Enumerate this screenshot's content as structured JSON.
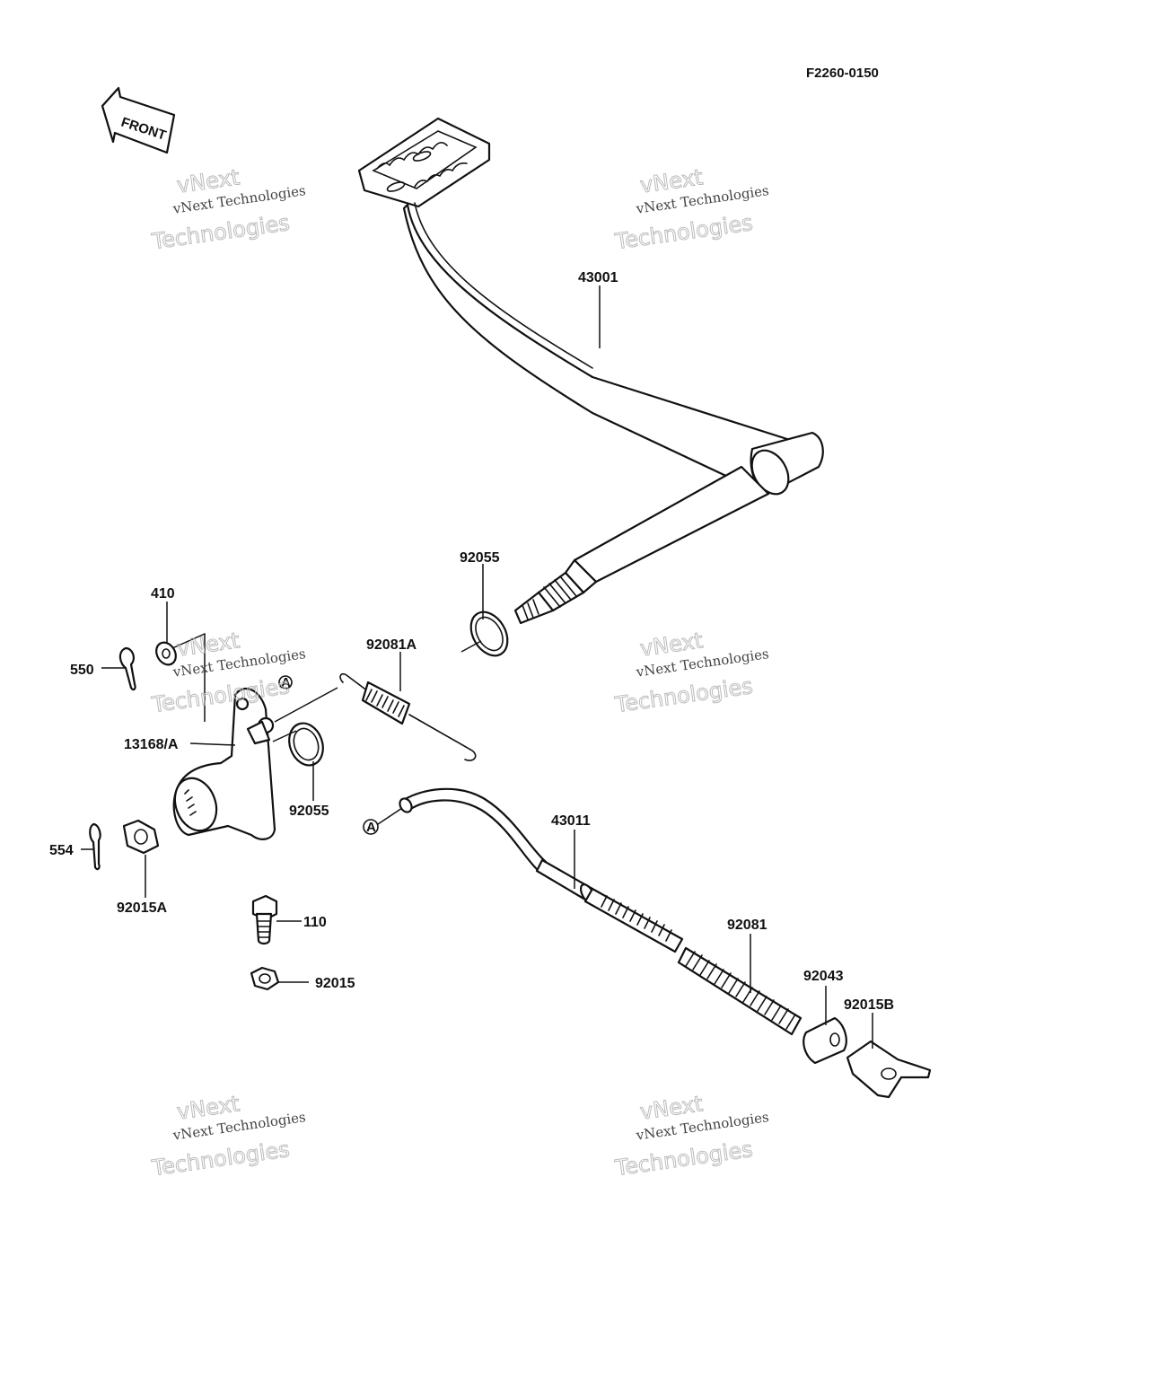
{
  "diagram": {
    "code": "F2260-0150",
    "front_label": "FRONT",
    "callout_ref": "A",
    "labels": {
      "p43001": "43001",
      "p92055_top": "92055",
      "p410": "410",
      "p550": "550",
      "p92081A": "92081A",
      "p13168A": "13168/A",
      "p92055_mid": "92055",
      "p554": "554",
      "p92015A": "92015A",
      "p43011": "43011",
      "p110": "110",
      "p92015": "92015",
      "p92081": "92081",
      "p92043": "92043",
      "p92015B": "92015B"
    }
  },
  "watermark": {
    "line1": "vNext",
    "line2": "vNext Technologies",
    "line3": "Technologies"
  }
}
